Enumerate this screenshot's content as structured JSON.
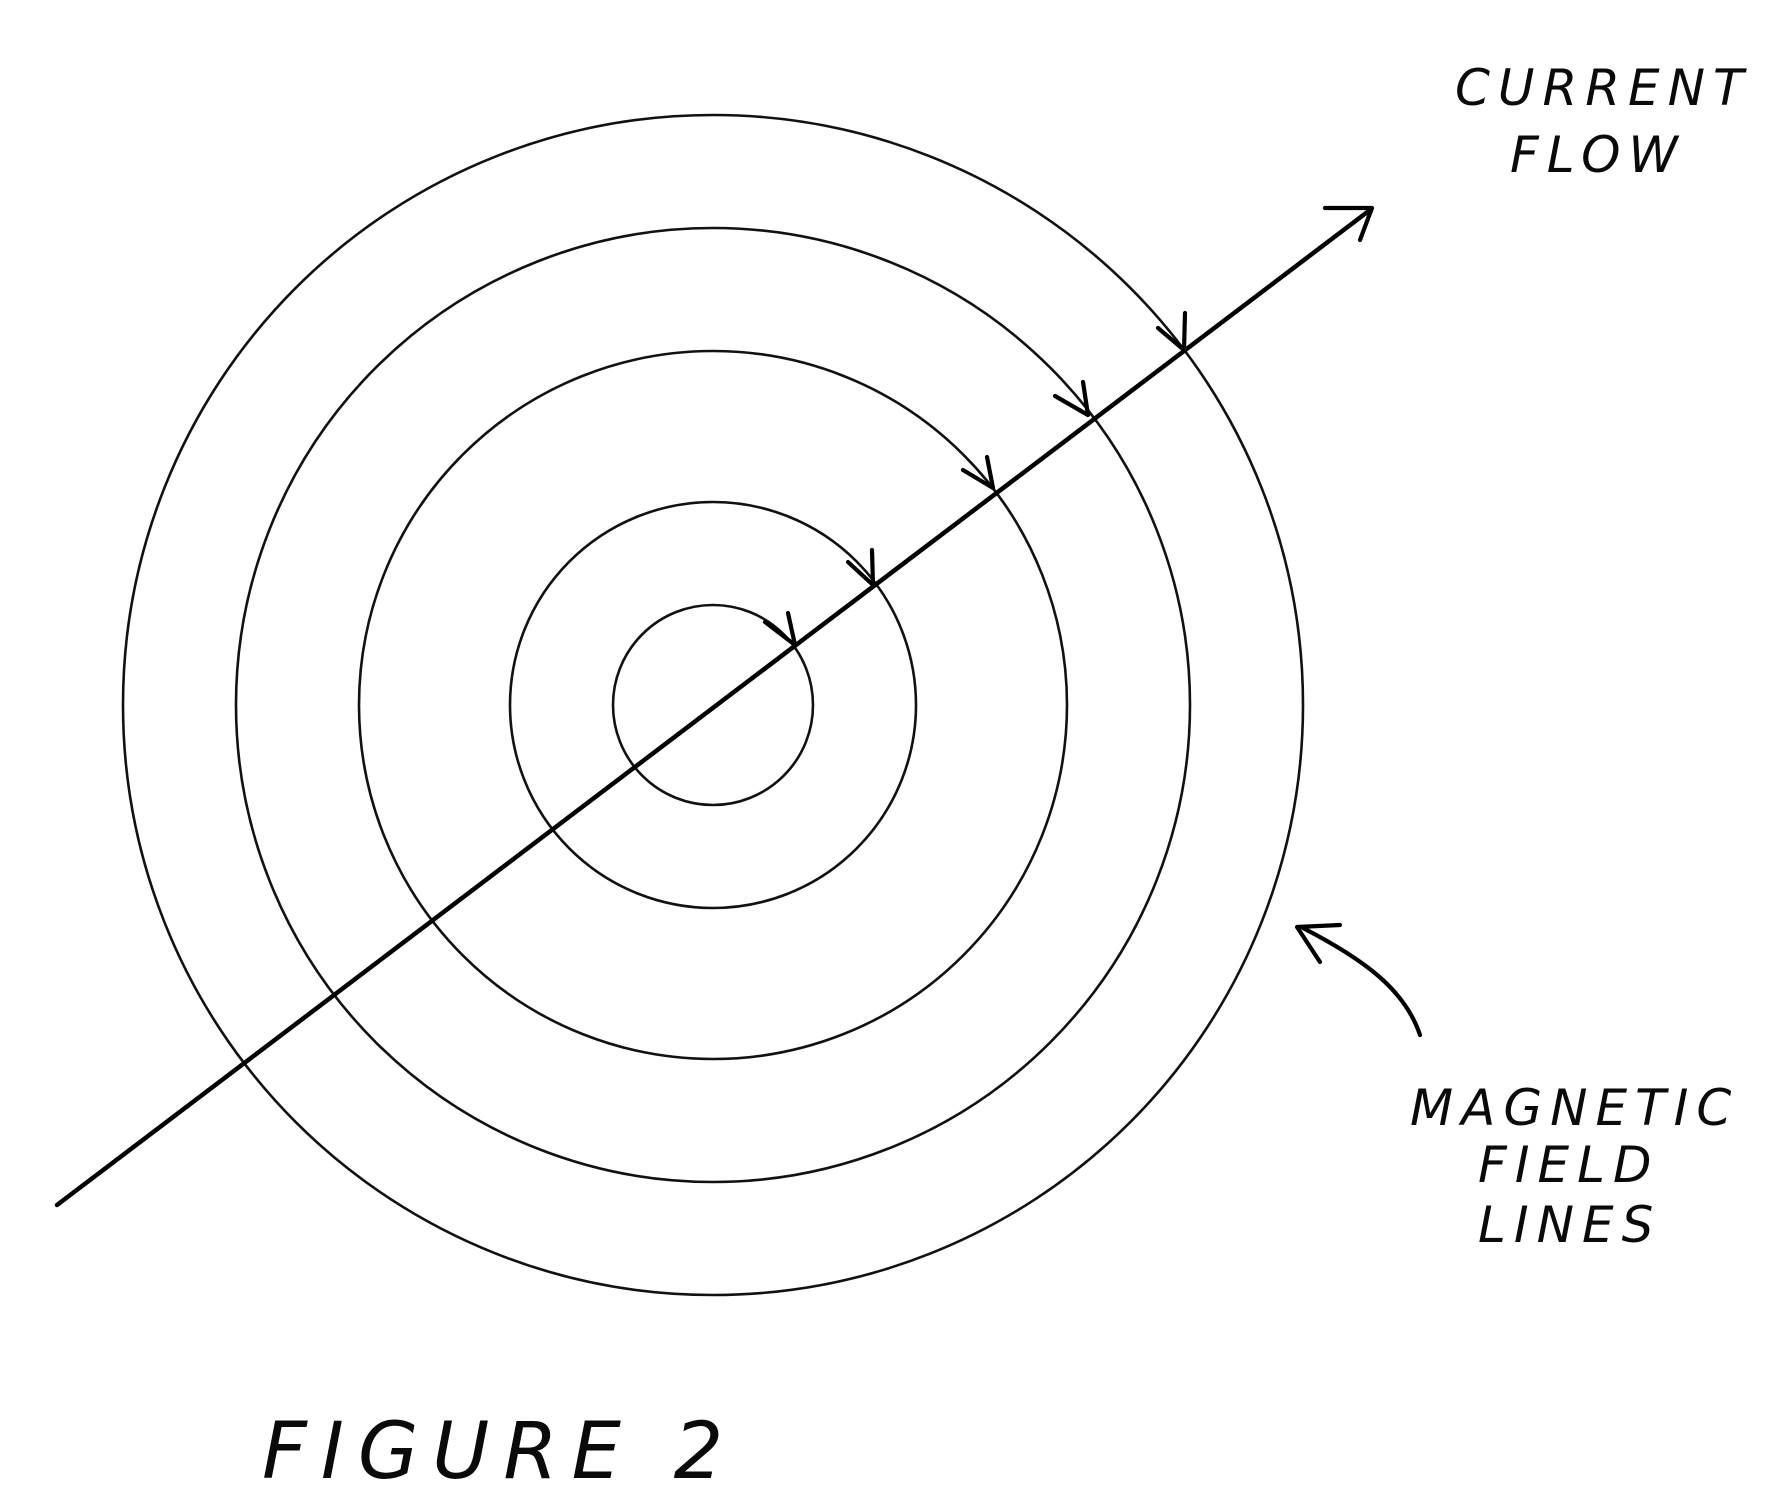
{
  "labels": {
    "current_flow_line1": "CURRENT",
    "current_flow_line2": "FLOW",
    "field_line1": "MAGNETIC",
    "field_line2": "FIELD",
    "field_line3": "LINES",
    "caption": "FIGURE 2"
  },
  "style": {
    "ink_color": "#000000",
    "background": "#ffffff"
  }
}
